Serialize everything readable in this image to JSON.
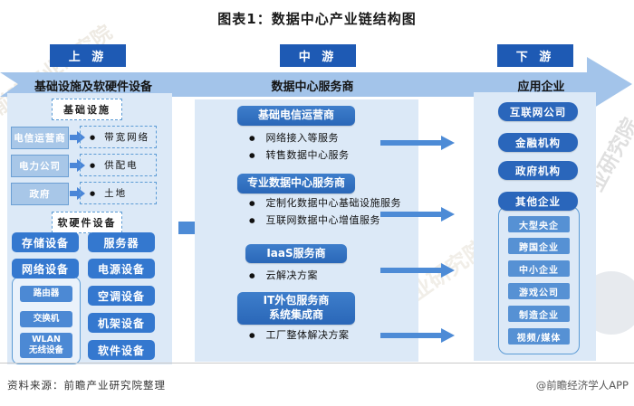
{
  "title": "图表1：数据中心产业链结构图",
  "stages": {
    "up": {
      "chip": "上 游",
      "banner": "基础设施及软硬件设备"
    },
    "mid": {
      "chip": "中 游",
      "banner": "数据中心服务商"
    },
    "down": {
      "chip": "下 游",
      "banner": "应用企业"
    }
  },
  "upstream": {
    "infra_header": "基础设施",
    "rows": [
      {
        "source": "电信运营商",
        "item": "带宽网络"
      },
      {
        "source": "电力公司",
        "item": "供配电"
      },
      {
        "source": "政府",
        "item": "土地"
      }
    ],
    "hw_header": "软硬件设备",
    "col1": [
      "存储设备",
      "网络设备"
    ],
    "network_children": [
      "路由器",
      "交换机",
      "WLAN\n无线设备"
    ],
    "col2": [
      "服务器",
      "电源设备",
      "空调设备",
      "机架设备",
      "软件设备"
    ]
  },
  "midstream": {
    "sections": [
      {
        "header": "基础电信运营商",
        "bullets": [
          "网络接入等服务",
          "转售数据中心服务"
        ]
      },
      {
        "header": "专业数据中心服务商",
        "bullets": [
          "定制化数据中心基础设施服务",
          "互联网数据中心增值服务"
        ]
      },
      {
        "header": "IaaS服务商",
        "bullets": [
          "云解决方案"
        ]
      },
      {
        "header": "IT外包服务商\n系统集成商",
        "bullets": [
          "工厂整体解决方案"
        ]
      }
    ]
  },
  "downstream": {
    "categories": [
      "互联网公司",
      "金融机构",
      "政府机构",
      "其他企业"
    ],
    "other_children": [
      "大型央企",
      "跨国企业",
      "中小企业",
      "游戏公司",
      "制造企业",
      "视频/媒体"
    ]
  },
  "footer": {
    "source": "资料来源：前瞻产业研究院整理",
    "credit": "@前瞻经济学人APP"
  },
  "watermark": {
    "text": "前瞻产业研究院"
  },
  "colors": {
    "accent": "#1e5ab4",
    "banner": "#a3c4ea",
    "panel": "#dce9f7",
    "equipment_box": "#3478cf",
    "category_box": "#2a66bb",
    "sub_box": "#5691d4",
    "supplier_box": "#a8c7e8",
    "arrow": "#4d8bd6",
    "dashed_border": "#5b9bd5"
  }
}
